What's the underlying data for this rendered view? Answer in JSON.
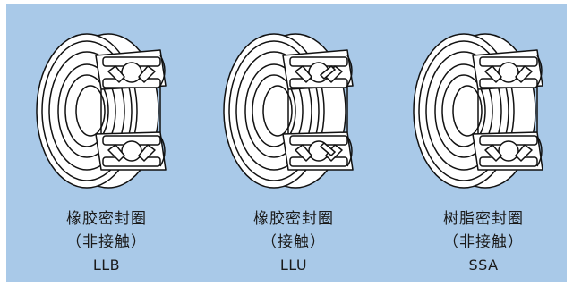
{
  "bearings": [
    {
      "name": "橡胶密封圈",
      "contact": "（非接触）",
      "code": "LLB"
    },
    {
      "name": "橡胶密封圈",
      "contact": "（接触）",
      "code": "LLU"
    },
    {
      "name": "树脂密封圈",
      "contact": "（非接触）",
      "code": "SSA"
    }
  ],
  "colors": {
    "background": "#a9c9e8",
    "bearing_fill": "#ffffff",
    "line": "#111111"
  }
}
